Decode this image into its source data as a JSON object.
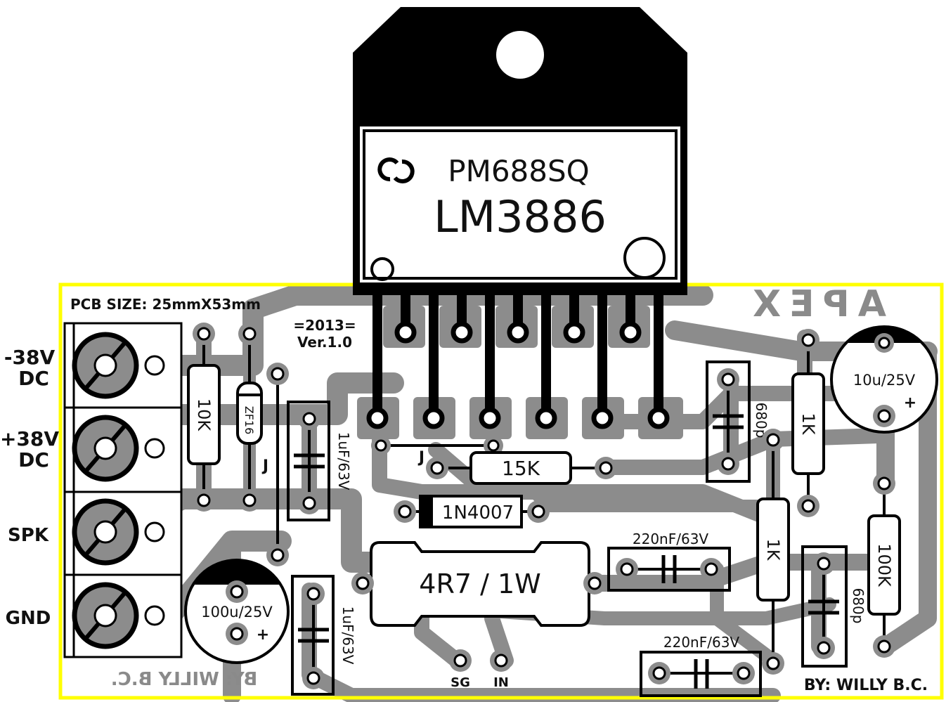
{
  "board": {
    "size_text": "PCB SIZE: 25mmX53mm",
    "version_year": "=2013=",
    "version": "Ver.1.0",
    "author": "BY: WILLY B.C.",
    "author_mirrored": "BY: WILLY B.C.",
    "brand_mirrored": "APEX",
    "outline_color": "#ffff00",
    "track_color": "#8c8c8c"
  },
  "ic": {
    "code": "PM688SQ",
    "part": "LM3886"
  },
  "terminals": [
    {
      "line1": "-38V",
      "line2": "DC"
    },
    {
      "line1": "+38V",
      "line2": "DC"
    },
    {
      "line1": "SPK",
      "line2": ""
    },
    {
      "line1": "GND",
      "line2": ""
    }
  ],
  "components": {
    "r_10k": "10K",
    "zener": "ZF16",
    "c_1uf_top": "1uF/63V",
    "c_1uf_bottom": "1uF/63V",
    "r_15k": "15K",
    "diode": "1N4007",
    "r_4r7": "4R7 / 1W",
    "c_220nf_a": "220nF/63V",
    "c_220nf_b": "220nF/63V",
    "c_100u": "100u/25V",
    "c_10u": "10u/25V",
    "r_1k_a": "1K",
    "r_1k_b": "1K",
    "r_100k": "100K",
    "c_680p_a": "680p",
    "c_680p_b": "680p",
    "jumper_1": "J",
    "jumper_2": "J",
    "plus_1": "+",
    "plus_2": "+"
  },
  "pins": {
    "sg": "SG",
    "in": "IN"
  }
}
